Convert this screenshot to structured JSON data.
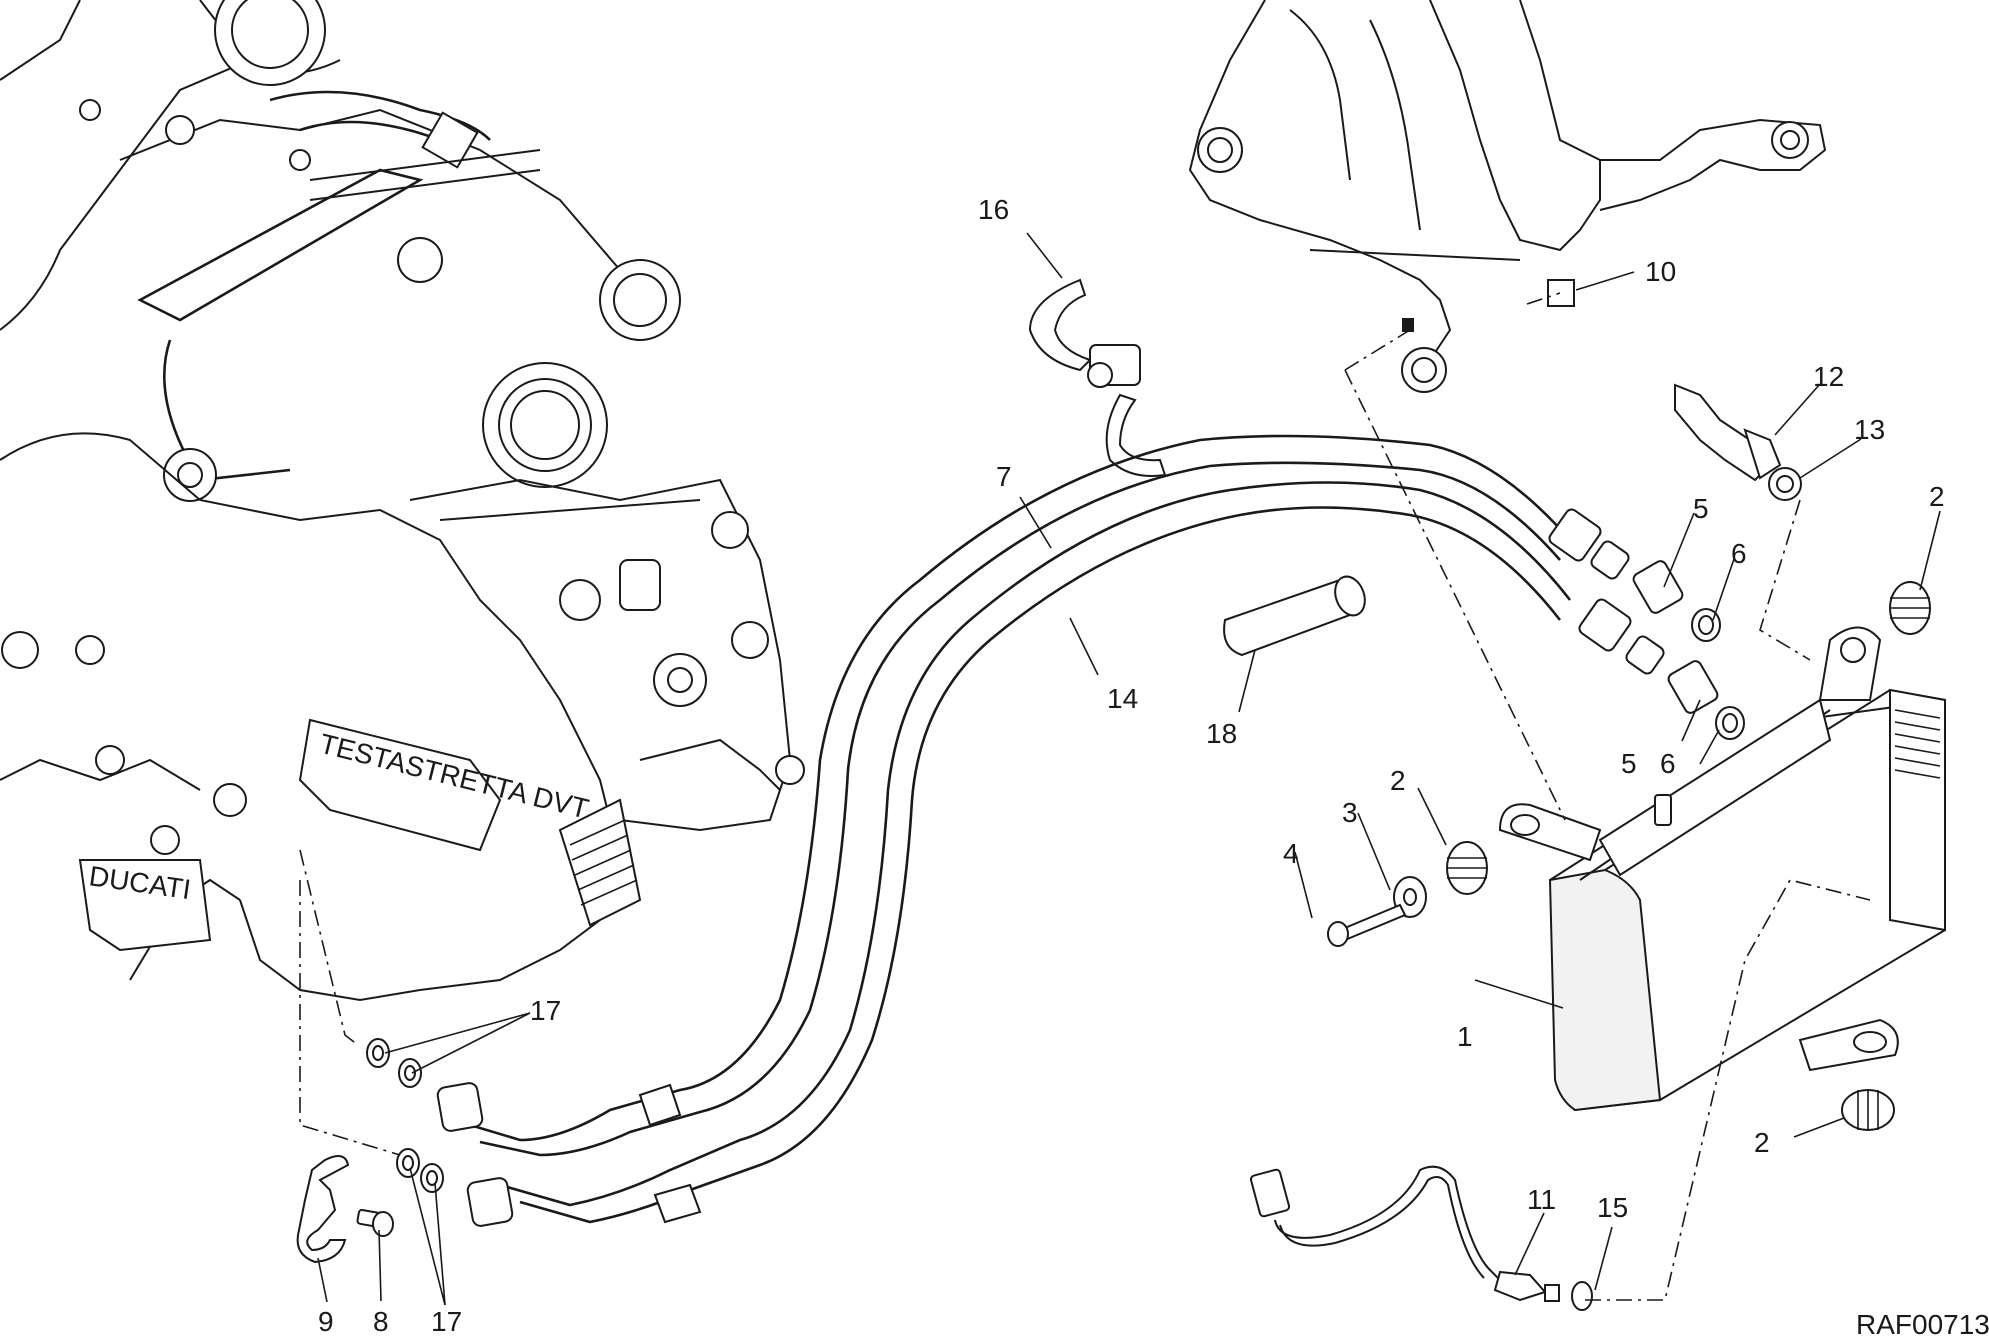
{
  "drawing_code": "RAF00713",
  "engine_text": {
    "cover_logo": "TESTASTRETTA DVT",
    "brand": "DUCATI"
  },
  "callouts": [
    "1",
    "2",
    "2",
    "2",
    "3",
    "4",
    "5",
    "5",
    "6",
    "6",
    "7",
    "8",
    "9",
    "10",
    "11",
    "12",
    "13",
    "14",
    "15",
    "16",
    "17",
    "17",
    "18"
  ]
}
